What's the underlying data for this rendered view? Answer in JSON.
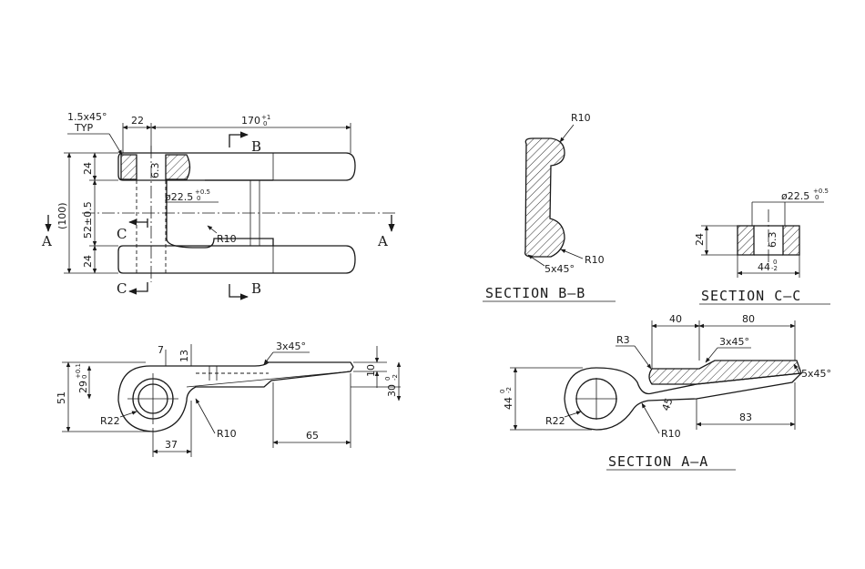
{
  "top_view": {
    "chamfer_note": "1.5x45°",
    "chamfer_typ": "TYP",
    "dim_width_22": "22",
    "dim_length": "170",
    "dim_length_tol": "+1",
    "dim_length_tol_low": "0",
    "dim_24_upper": "24",
    "dim_52": "52±0.5",
    "dim_24_lower": "24",
    "dim_100": "(100)",
    "dim_6_3": "6.3",
    "hole_dia": "ø22.5",
    "hole_dia_tol": "+0.5",
    "hole_dia_tol_low": "0",
    "radius_r10": "R10",
    "label_a": "A",
    "label_b": "B",
    "label_c": "C"
  },
  "side_view": {
    "dim_7": "7",
    "dim_13": "13",
    "chamfer_3x45": "3x45°",
    "dim_10": "10",
    "dim_51": "51",
    "dim_29": "29",
    "dim_29_tol": "+0.1",
    "dim_29_tol_low": "0",
    "dim_30": "30",
    "dim_30_tol": "0",
    "dim_30_tol_low": "-2",
    "radius_r22": "R22",
    "radius_r10": "R10",
    "dim_37": "37",
    "dim_65": "65"
  },
  "section_bb": {
    "title": "SECTION  B—B",
    "r10_top": "R10",
    "r10_bottom": "R10",
    "chamfer": "5x45°"
  },
  "section_cc": {
    "title": "SECTION  C—C",
    "hole_dia": "ø22.5",
    "hole_tol": "+0.5",
    "hole_tol_low": "0",
    "dim_24": "24",
    "dim_6_3": "6.3",
    "dim_44": "44",
    "dim_44_tol": "0",
    "dim_44_tol_low": "-2"
  },
  "section_aa": {
    "title": "SECTION  A—A",
    "dim_40": "40",
    "dim_80": "80",
    "r3": "R3",
    "chamfer_3x45": "3x45°",
    "chamfer_5x45": "5x45°",
    "dim_44": "44",
    "dim_44_tol": "0",
    "dim_44_tol_low": "-2",
    "dim_45": "45",
    "radius_r22": "R22",
    "radius_r10": "R10",
    "dim_83": "83"
  }
}
